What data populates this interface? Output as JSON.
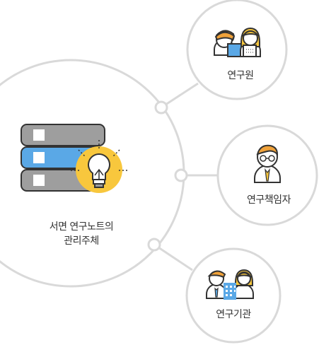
{
  "main_subject": {
    "label_line1": "서면 연구노트의",
    "label_line2": "관리주체",
    "icon": "server-lightbulb-icon"
  },
  "nodes": [
    {
      "id": "researcher",
      "label": "연구원",
      "icon": "two-researchers-icon"
    },
    {
      "id": "principal_investigator",
      "label": "연구책임자",
      "icon": "principal-investigator-icon"
    },
    {
      "id": "institution",
      "label": "연구기관",
      "icon": "institution-staff-icon"
    }
  ],
  "colors": {
    "ring": "#d9d9d9",
    "server_gray": "#9e9e9e",
    "server_blue": "#5aa8e6",
    "bulb_yellow": "#f8c73d",
    "outline": "#333333"
  }
}
